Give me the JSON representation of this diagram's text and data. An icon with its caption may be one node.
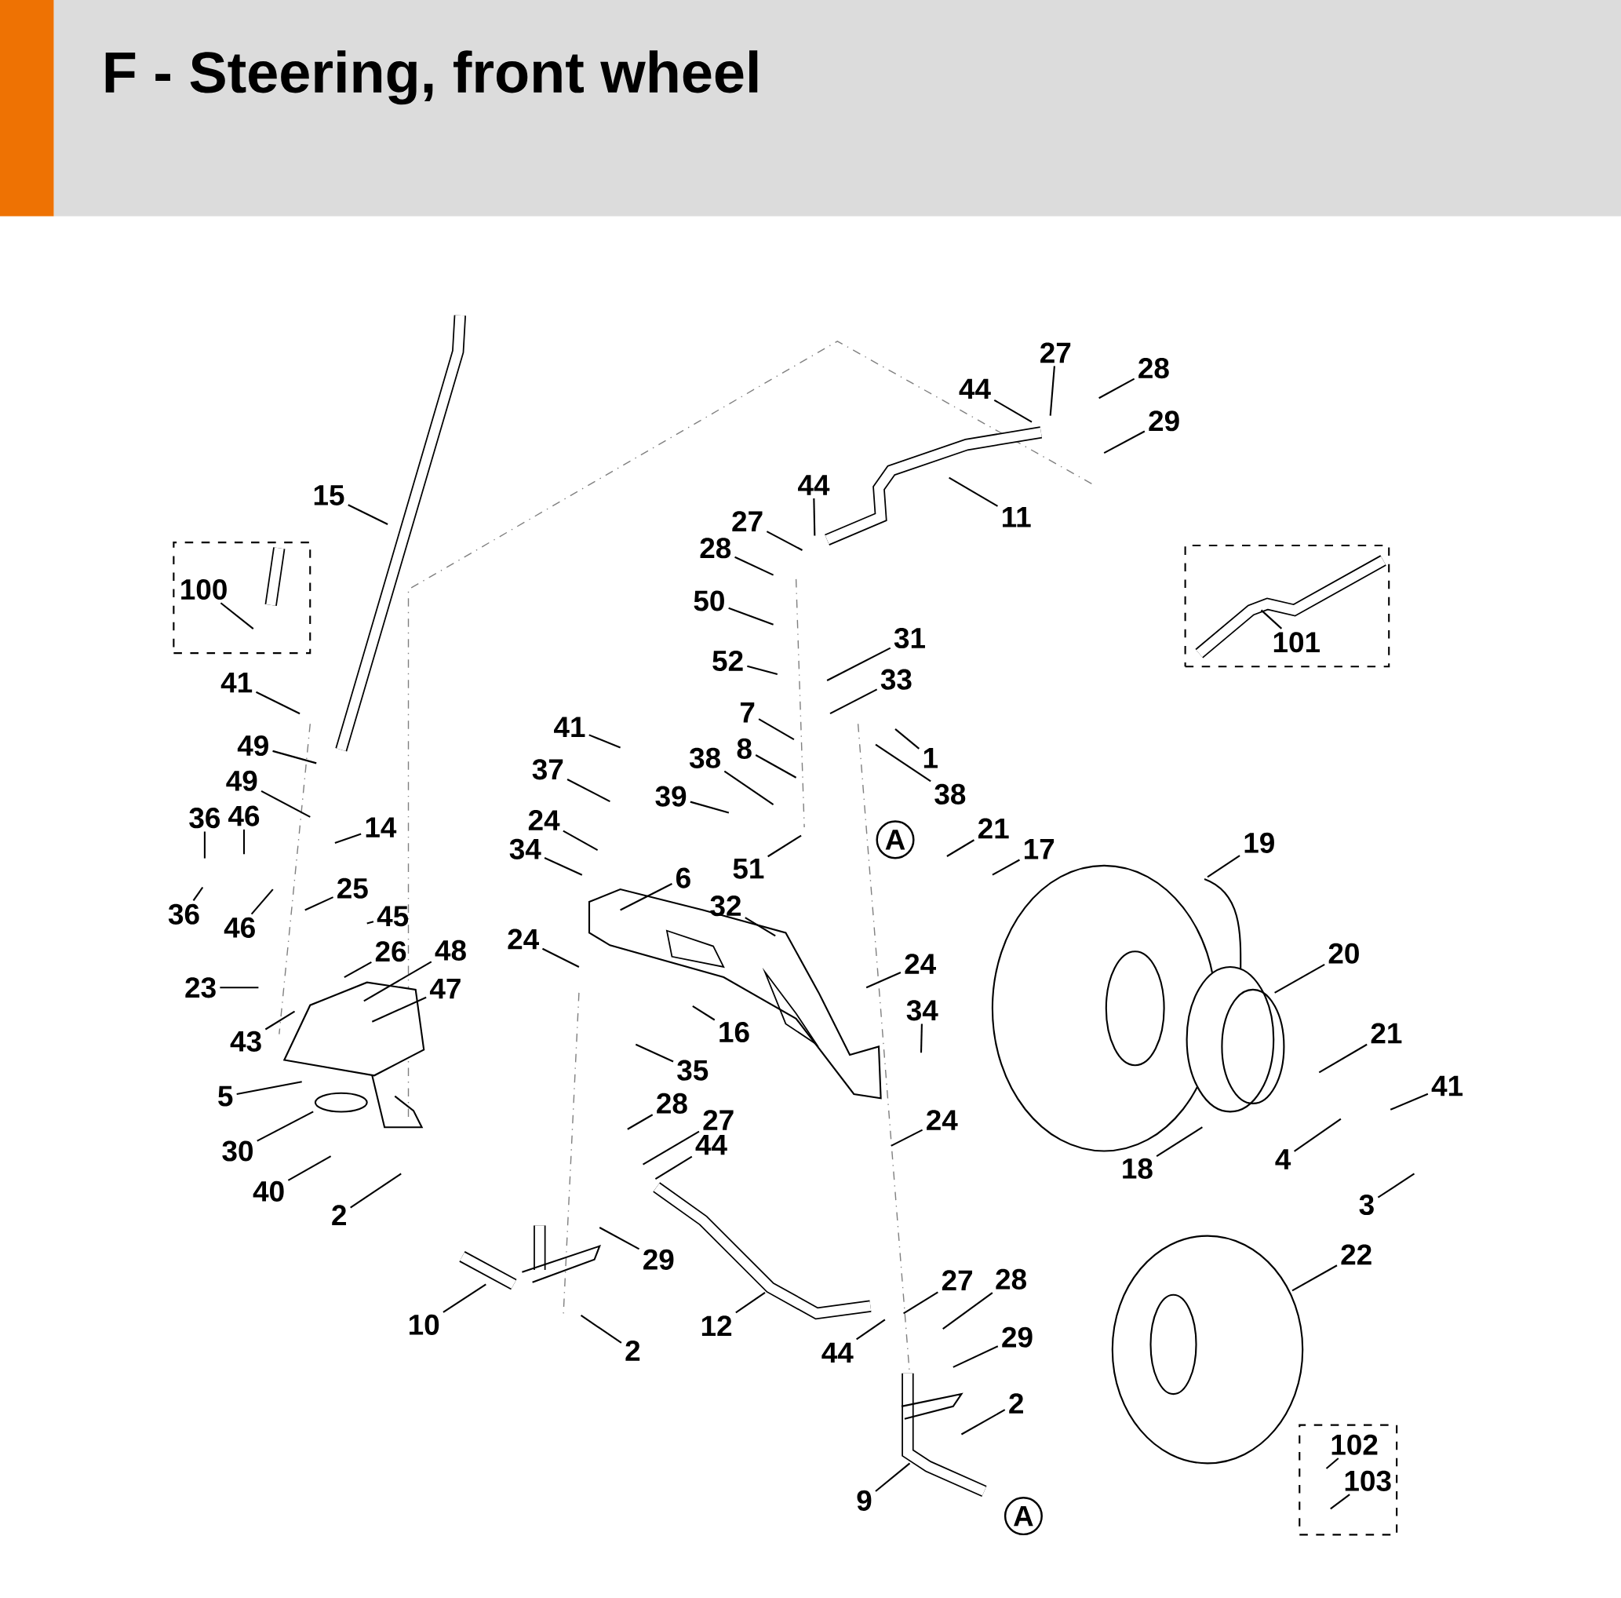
{
  "diagram": {
    "title": "F - Steering, front wheel",
    "nodes": [
      {
        "text": [
          "27"
        ]
      },
      {
        "text": [
          "28"
        ]
      },
      {
        "text": [
          "44"
        ]
      },
      {
        "text": [
          "29"
        ]
      },
      {
        "text": [
          "44"
        ]
      },
      {
        "text": [
          "15"
        ]
      },
      {
        "text": [
          "11"
        ]
      },
      {
        "text": [
          "27"
        ]
      },
      {
        "text": [
          "28"
        ]
      },
      {
        "text": [],
        "shape": "box"
      },
      {
        "text": [
          "100"
        ],
        "in": 9
      },
      {
        "text": [],
        "shape": "box"
      },
      {
        "text": [
          "101"
        ],
        "in": 11
      },
      {
        "text": [
          "50"
        ]
      },
      {
        "text": [
          "31"
        ]
      },
      {
        "text": [
          "52"
        ]
      },
      {
        "text": [
          "41"
        ]
      },
      {
        "text": [
          "33"
        ]
      },
      {
        "text": [
          "7"
        ]
      },
      {
        "text": [
          "41"
        ]
      },
      {
        "text": [
          "1"
        ]
      },
      {
        "text": [
          "49"
        ]
      },
      {
        "text": [
          "8"
        ]
      },
      {
        "text": [
          "38"
        ]
      },
      {
        "text": [
          "37"
        ]
      },
      {
        "text": [
          "38"
        ]
      },
      {
        "text": [
          "39"
        ]
      },
      {
        "text": [
          "49"
        ]
      },
      {
        "text": [
          "36"
        ]
      },
      {
        "text": [
          "46"
        ]
      },
      {
        "text": [
          "14"
        ]
      },
      {
        "text": [
          "24"
        ]
      },
      {
        "text": [
          "A"
        ]
      },
      {
        "text": [
          "21"
        ]
      },
      {
        "text": [
          "17"
        ]
      },
      {
        "text": [
          "19"
        ]
      },
      {
        "text": [
          "34"
        ]
      },
      {
        "text": [
          "51"
        ]
      },
      {
        "text": [
          "6"
        ]
      },
      {
        "text": [
          "25"
        ]
      },
      {
        "text": [
          "32"
        ]
      },
      {
        "text": [
          "36"
        ]
      },
      {
        "text": [
          "46"
        ]
      },
      {
        "text": [
          "45"
        ]
      },
      {
        "text": [
          "24"
        ]
      },
      {
        "text": [
          "26"
        ]
      },
      {
        "text": [
          "48"
        ]
      },
      {
        "text": [
          "20"
        ]
      },
      {
        "text": [
          "24"
        ]
      },
      {
        "text": [
          "23"
        ]
      },
      {
        "text": [
          "47"
        ]
      },
      {
        "text": [
          "34"
        ]
      },
      {
        "text": [
          "43"
        ]
      },
      {
        "text": [
          "21"
        ]
      },
      {
        "text": [
          "16"
        ]
      },
      {
        "text": [
          "5"
        ]
      },
      {
        "text": [
          "35"
        ]
      },
      {
        "text": [
          "41"
        ]
      },
      {
        "text": [
          "28"
        ]
      },
      {
        "text": [
          "27"
        ]
      },
      {
        "text": [
          "30"
        ]
      },
      {
        "text": [
          "44"
        ]
      },
      {
        "text": [
          "24"
        ]
      },
      {
        "text": [
          "18"
        ]
      },
      {
        "text": [
          "4"
        ]
      },
      {
        "text": [
          "3"
        ]
      },
      {
        "text": [
          "40"
        ]
      },
      {
        "text": [
          "2"
        ]
      },
      {
        "text": [
          "29"
        ]
      },
      {
        "text": [
          "22"
        ]
      },
      {
        "text": [
          "27"
        ]
      },
      {
        "text": [
          "28"
        ]
      },
      {
        "text": [
          "10"
        ]
      },
      {
        "text": [
          "12"
        ]
      },
      {
        "text": [
          "29"
        ]
      },
      {
        "text": [
          "2"
        ]
      },
      {
        "text": [
          "44"
        ]
      },
      {
        "text": [
          "2"
        ]
      },
      {
        "text": [],
        "shape": "box"
      },
      {
        "text": [
          "102"
        ],
        "in": 78
      },
      {
        "text": [
          "103"
        ],
        "in": 78
      },
      {
        "text": [
          "9"
        ]
      },
      {
        "text": [
          "A"
        ]
      }
    ],
    "edges": [
      {
        "from": 0,
        "to": null,
        "arrow": "none"
      },
      {
        "from": 1,
        "to": null,
        "arrow": "none"
      },
      {
        "from": 2,
        "to": null,
        "arrow": "none"
      },
      {
        "from": 3,
        "to": null,
        "arrow": "none"
      },
      {
        "from": 4,
        "to": null,
        "arrow": "none"
      },
      {
        "from": 5,
        "to": null,
        "arrow": "none"
      },
      {
        "from": 6,
        "to": null,
        "arrow": "none"
      },
      {
        "from": 7,
        "to": null,
        "arrow": "none"
      },
      {
        "from": 8,
        "to": null,
        "arrow": "none"
      },
      {
        "from": 10,
        "to": null,
        "arrow": "none"
      },
      {
        "from": 12,
        "to": null,
        "arrow": "none"
      },
      {
        "from": 13,
        "to": null,
        "arrow": "none"
      },
      {
        "from": 14,
        "to": null,
        "arrow": "none"
      },
      {
        "from": 15,
        "to": null,
        "arrow": "none"
      },
      {
        "from": 16,
        "to": null,
        "arrow": "none"
      },
      {
        "from": 17,
        "to": null,
        "arrow": "none"
      },
      {
        "from": 18,
        "to": null,
        "arrow": "none"
      },
      {
        "from": 19,
        "to": null,
        "arrow": "none"
      },
      {
        "from": 20,
        "to": null,
        "arrow": "none"
      },
      {
        "from": 21,
        "to": null,
        "arrow": "none"
      },
      {
        "from": 22,
        "to": null,
        "arrow": "none"
      },
      {
        "from": 23,
        "to": null,
        "arrow": "none"
      },
      {
        "from": 24,
        "to": null,
        "arrow": "none"
      },
      {
        "from": 25,
        "to": null,
        "arrow": "none"
      },
      {
        "from": 26,
        "to": null,
        "arrow": "none"
      },
      {
        "from": 27,
        "to": null,
        "arrow": "none"
      },
      {
        "from": 28,
        "to": null,
        "arrow": "none"
      },
      {
        "from": 29,
        "to": null,
        "arrow": "none"
      },
      {
        "from": 30,
        "to": null,
        "arrow": "none"
      },
      {
        "from": 31,
        "to": null,
        "arrow": "none"
      },
      {
        "from": 33,
        "to": null,
        "arrow": "none"
      },
      {
        "from": 34,
        "to": null,
        "arrow": "none"
      },
      {
        "from": 35,
        "to": null,
        "arrow": "none"
      },
      {
        "from": 36,
        "to": null,
        "arrow": "none"
      },
      {
        "from": 37,
        "to": null,
        "arrow": "none"
      },
      {
        "from": 38,
        "to": null,
        "arrow": "none"
      },
      {
        "from": 39,
        "to": null,
        "arrow": "none"
      },
      {
        "from": 40,
        "to": null,
        "arrow": "none"
      },
      {
        "from": 41,
        "to": null,
        "arrow": "none"
      },
      {
        "from": 42,
        "to": null,
        "arrow": "none"
      },
      {
        "from": 43,
        "to": null,
        "arrow": "none"
      },
      {
        "from": 44,
        "to": null,
        "arrow": "none"
      },
      {
        "from": 45,
        "to": null,
        "arrow": "none"
      },
      {
        "from": 46,
        "to": null,
        "arrow": "none"
      },
      {
        "from": 47,
        "to": null,
        "arrow": "none"
      },
      {
        "from": 48,
        "to": null,
        "arrow": "none"
      },
      {
        "from": 49,
        "to": null,
        "arrow": "none"
      },
      {
        "from": 50,
        "to": null,
        "arrow": "none"
      },
      {
        "from": 51,
        "to": null,
        "arrow": "none"
      },
      {
        "from": 52,
        "to": null,
        "arrow": "none"
      },
      {
        "from": 53,
        "to": null,
        "arrow": "none"
      },
      {
        "from": 54,
        "to": null,
        "arrow": "none"
      },
      {
        "from": 55,
        "to": null,
        "arrow": "none"
      },
      {
        "from": 56,
        "to": null,
        "arrow": "none"
      },
      {
        "from": 57,
        "to": null,
        "arrow": "none"
      },
      {
        "from": 58,
        "to": null,
        "arrow": "none"
      },
      {
        "from": 59,
        "to": null,
        "arrow": "none"
      },
      {
        "from": 60,
        "to": null,
        "arrow": "none"
      },
      {
        "from": 61,
        "to": null,
        "arrow": "none"
      },
      {
        "from": 62,
        "to": null,
        "arrow": "none"
      },
      {
        "from": 63,
        "to": null,
        "arrow": "none"
      },
      {
        "from": 64,
        "to": null,
        "arrow": "none"
      },
      {
        "from": 65,
        "to": null,
        "arrow": "none"
      },
      {
        "from": 66,
        "to": null,
        "arrow": "none"
      },
      {
        "from": 67,
        "to": null,
        "arrow": "none"
      },
      {
        "from": 68,
        "to": null,
        "arrow": "none"
      },
      {
        "from": 69,
        "to": null,
        "arrow": "none"
      },
      {
        "from": 70,
        "to": null,
        "arrow": "none"
      },
      {
        "from": 71,
        "to": null,
        "arrow": "none"
      },
      {
        "from": 72,
        "to": null,
        "arrow": "none"
      },
      {
        "from": 73,
        "to": null,
        "arrow": "none"
      },
      {
        "from": 74,
        "to": null,
        "arrow": "none"
      },
      {
        "from": 75,
        "to": null,
        "arrow": "none"
      },
      {
        "from": 76,
        "to": null,
        "arrow": "none"
      },
      {
        "from": 77,
        "to": null,
        "arrow": "none"
      },
      {
        "from": 79,
        "to": null,
        "arrow": "none"
      },
      {
        "from": 80,
        "to": null,
        "arrow": "none"
      },
      {
        "from": 81,
        "to": null,
        "arrow": "none"
      }
    ]
  }
}
